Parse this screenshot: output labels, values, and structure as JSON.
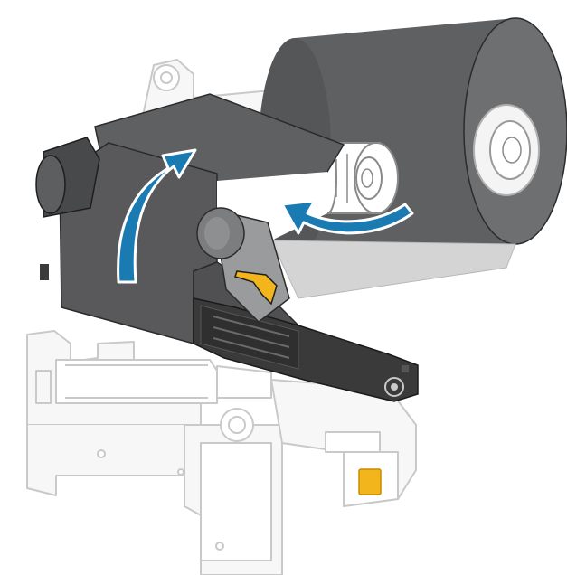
{
  "figure": {
    "subject": "ribbon-loading-illustration",
    "ribbon_roll": {
      "state": "full"
    },
    "arrows": [
      {
        "name": "ribbon-path-arrow-up",
        "direction": "up"
      },
      {
        "name": "take-up-rotation-arrow",
        "direction": "counter-clockwise"
      }
    ]
  },
  "colors": {
    "ribbon": "#5f6062",
    "ribbon_dark": "#4a4b4d",
    "ribbon_edge": "#2b2b2c",
    "roll_light": "#7a7b7d",
    "label_paper": "#d4d4d4",
    "mechanism_outline": "#c9c9c9",
    "mechanism_fill": "#f7f7f7",
    "spindle": "#ffffff",
    "spindle_line": "#8a8a8a",
    "printhead": "#3a3a3b",
    "arrow": "#1a7bb3",
    "arrow_outline": "#ffffff",
    "latch": "#f2b51c"
  },
  "icons": [
    "curved-arrow-icon",
    "rotation-arrow-icon"
  ]
}
